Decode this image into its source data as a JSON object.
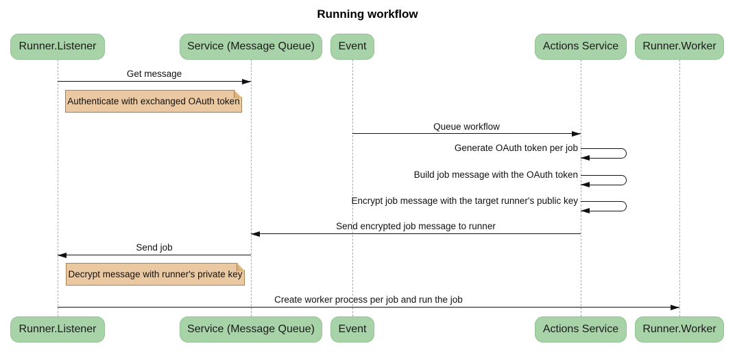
{
  "title": "Running workflow",
  "colors": {
    "actor_fill": "#a8d2a8",
    "actor_border": "#8fc38f",
    "actor_text": "#1a1a1a",
    "note_fill": "#eac9a2",
    "note_border": "#a5814e",
    "note_fold": "#d9b27e",
    "lifeline": "#a9a9a9",
    "arrow": "#111111",
    "message_text": "#111111",
    "background": "#ffffff"
  },
  "actors": [
    {
      "label": "Runner.Listener"
    },
    {
      "label": "Service (Message Queue)"
    },
    {
      "label": "Event"
    },
    {
      "label": "Actions Service"
    },
    {
      "label": "Runner.Worker"
    }
  ],
  "messages": [
    {
      "type": "arrow",
      "direction": "right",
      "from": "Runner.Listener",
      "to": "Service (Message Queue)",
      "label": "Get message"
    },
    {
      "type": "note",
      "over": "Runner.Listener",
      "label": "Authenticate with exchanged OAuth token"
    },
    {
      "type": "arrow",
      "direction": "right",
      "from": "Event",
      "to": "Actions Service",
      "label": "Queue workflow"
    },
    {
      "type": "self-loop",
      "actor": "Actions Service",
      "label": "Generate OAuth token per job"
    },
    {
      "type": "self-loop",
      "actor": "Actions Service",
      "label": "Build job message with the OAuth token"
    },
    {
      "type": "self-loop",
      "actor": "Actions Service",
      "label": "Encrypt job message with the target runner's public key"
    },
    {
      "type": "arrow",
      "direction": "left",
      "from": "Actions Service",
      "to": "Service (Message Queue)",
      "label": "Send encrypted job message to runner"
    },
    {
      "type": "arrow",
      "direction": "left",
      "from": "Service (Message Queue)",
      "to": "Runner.Listener",
      "label": "Send job"
    },
    {
      "type": "note",
      "over": "Runner.Listener",
      "label": "Decrypt message with runner's private key"
    },
    {
      "type": "arrow",
      "direction": "right",
      "from": "Runner.Listener",
      "to": "Runner.Worker",
      "label": "Create worker process per job and run the job"
    }
  ]
}
